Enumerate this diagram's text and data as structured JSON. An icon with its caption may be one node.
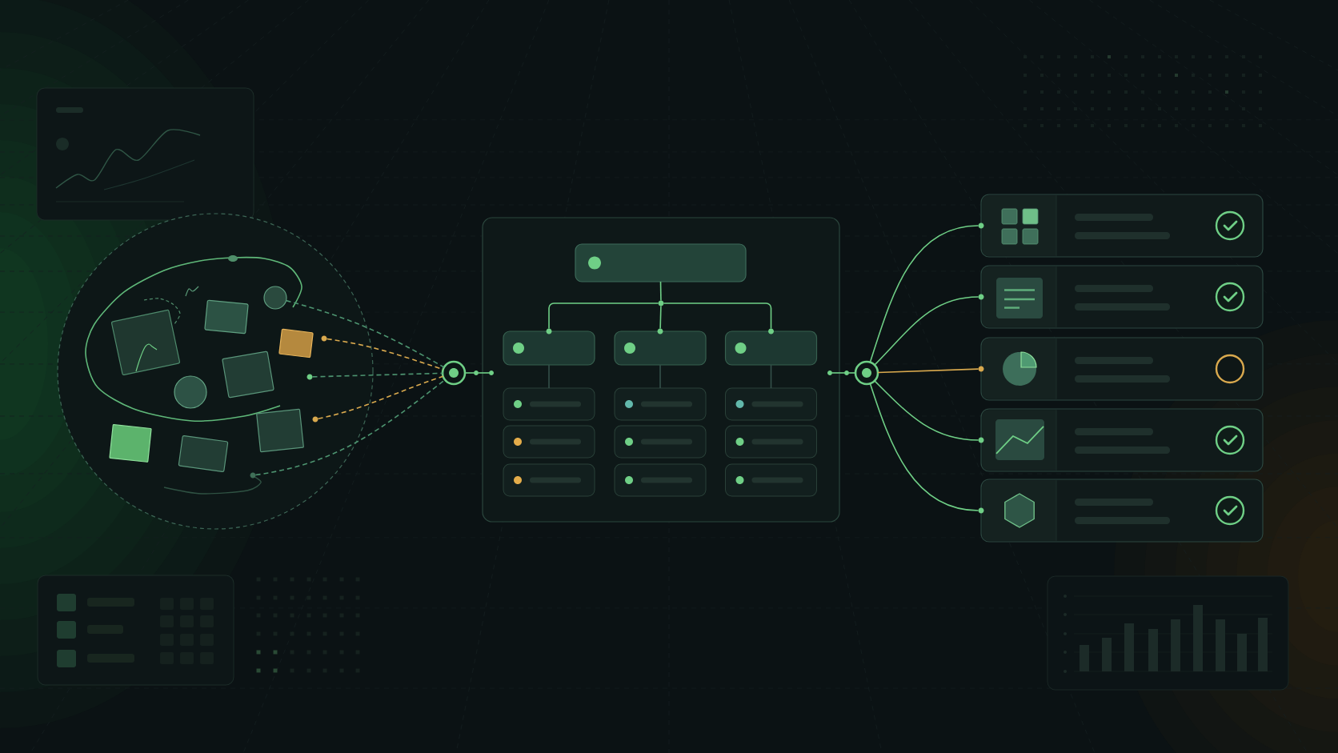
{
  "diagram": {
    "nodes": [
      {
        "text": [],
        "shape": "circle"
      },
      {
        "text": [],
        "shape": "box",
        "in": 0
      },
      {
        "text": [],
        "shape": "box",
        "in": 0
      },
      {
        "text": [],
        "shape": "circle",
        "in": 0
      },
      {
        "text": [],
        "shape": "box",
        "in": 0
      },
      {
        "text": [],
        "shape": "box",
        "in": 0
      },
      {
        "text": [],
        "shape": "circle",
        "in": 0
      },
      {
        "text": [],
        "shape": "box",
        "in": 0
      },
      {
        "text": [],
        "shape": "box",
        "in": 0
      },
      {
        "text": [],
        "shape": "box",
        "in": 0
      },
      {
        "text": [],
        "shape": "dot",
        "in": 0
      },
      {
        "text": [],
        "shape": "dot",
        "in": 0
      },
      {
        "text": [],
        "shape": "dot",
        "in": 0
      },
      {
        "text": [],
        "shape": "dot",
        "in": 0
      },
      {
        "text": [],
        "shape": "circle"
      },
      {
        "text": [],
        "shape": "dot"
      },
      {
        "text": [],
        "shape": "box"
      },
      {
        "text": [],
        "shape": "dot",
        "in": 16
      },
      {
        "text": [],
        "shape": "box",
        "in": 16
      },
      {
        "text": [],
        "shape": "dot",
        "in": 16
      },
      {
        "text": [],
        "shape": "dot",
        "in": 16
      },
      {
        "text": [],
        "shape": "dot",
        "in": 16
      },
      {
        "text": [],
        "shape": "dot",
        "in": 16
      },
      {
        "text": [],
        "shape": "box",
        "in": 16
      },
      {
        "text": [],
        "shape": "box",
        "in": 16
      },
      {
        "text": [],
        "shape": "box",
        "in": 16
      },
      {
        "text": [],
        "shape": "box",
        "in": 16
      },
      {
        "text": [],
        "shape": "box",
        "in": 16
      },
      {
        "text": [],
        "shape": "box",
        "in": 16
      },
      {
        "text": [],
        "shape": "box",
        "in": 16
      },
      {
        "text": [],
        "shape": "box",
        "in": 16
      },
      {
        "text": [],
        "shape": "box",
        "in": 16
      },
      {
        "text": [],
        "shape": "box",
        "in": 16
      },
      {
        "text": [],
        "shape": "box",
        "in": 16
      },
      {
        "text": [],
        "shape": "box",
        "in": 16
      },
      {
        "text": [],
        "shape": "dot",
        "in": 16
      },
      {
        "text": [],
        "shape": "dot"
      },
      {
        "text": [],
        "shape": "circle"
      },
      {
        "text": [],
        "shape": "dot"
      },
      {
        "text": [],
        "shape": "dot"
      },
      {
        "text": [],
        "shape": "dot"
      },
      {
        "text": [],
        "shape": "dot"
      },
      {
        "text": [],
        "shape": "dot"
      },
      {
        "text": [],
        "shape": "box"
      },
      {
        "text": [],
        "shape": "box"
      },
      {
        "text": [],
        "shape": "box"
      },
      {
        "text": [],
        "shape": "box"
      },
      {
        "text": [],
        "shape": "box"
      }
    ],
    "edges": [
      {
        "from": 3,
        "to": 14,
        "arrow": "none",
        "style": "dashed"
      },
      {
        "from": 10,
        "to": 14,
        "arrow": "none",
        "style": "dashed",
        "color": "#d9a94e"
      },
      {
        "from": 11,
        "to": 14,
        "arrow": "none",
        "style": "dashed"
      },
      {
        "from": 12,
        "to": 14,
        "arrow": "none",
        "style": "dashed",
        "color": "#d9a94e"
      },
      {
        "from": 13,
        "to": 14,
        "arrow": "none",
        "style": "dashed"
      },
      {
        "from": 14,
        "to": 15,
        "arrow": "none"
      },
      {
        "from": 15,
        "to": 17,
        "arrow": "none"
      },
      {
        "from": 18,
        "to": 19,
        "arrow": "none"
      },
      {
        "from": 19,
        "to": 20,
        "arrow": "none"
      },
      {
        "from": 19,
        "to": 21,
        "arrow": "none"
      },
      {
        "from": 19,
        "to": 22,
        "arrow": "none"
      },
      {
        "from": 23,
        "to": 26,
        "arrow": "none",
        "color": "#34504a"
      },
      {
        "from": 24,
        "to": 27,
        "arrow": "none",
        "color": "#34504a"
      },
      {
        "from": 25,
        "to": 28,
        "arrow": "none",
        "color": "#34504a"
      },
      {
        "from": 35,
        "to": 36,
        "arrow": "none"
      },
      {
        "from": 36,
        "to": 37,
        "arrow": "none"
      },
      {
        "from": 37,
        "to": 38,
        "arrow": "none"
      },
      {
        "from": 37,
        "to": 39,
        "arrow": "none"
      },
      {
        "from": 37,
        "to": 40,
        "arrow": "none",
        "color": "#d9a94e"
      },
      {
        "from": 37,
        "to": 41,
        "arrow": "none"
      },
      {
        "from": 37,
        "to": 42,
        "arrow": "none"
      }
    ]
  }
}
